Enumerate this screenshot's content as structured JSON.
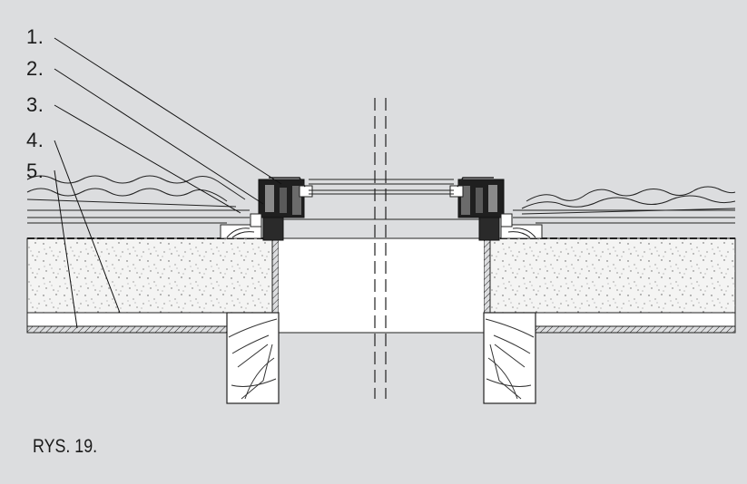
{
  "callouts": [
    {
      "label": "1."
    },
    {
      "label": "2."
    },
    {
      "label": "3."
    },
    {
      "label": "4."
    },
    {
      "label": "5."
    }
  ],
  "caption": "RYS. 19."
}
